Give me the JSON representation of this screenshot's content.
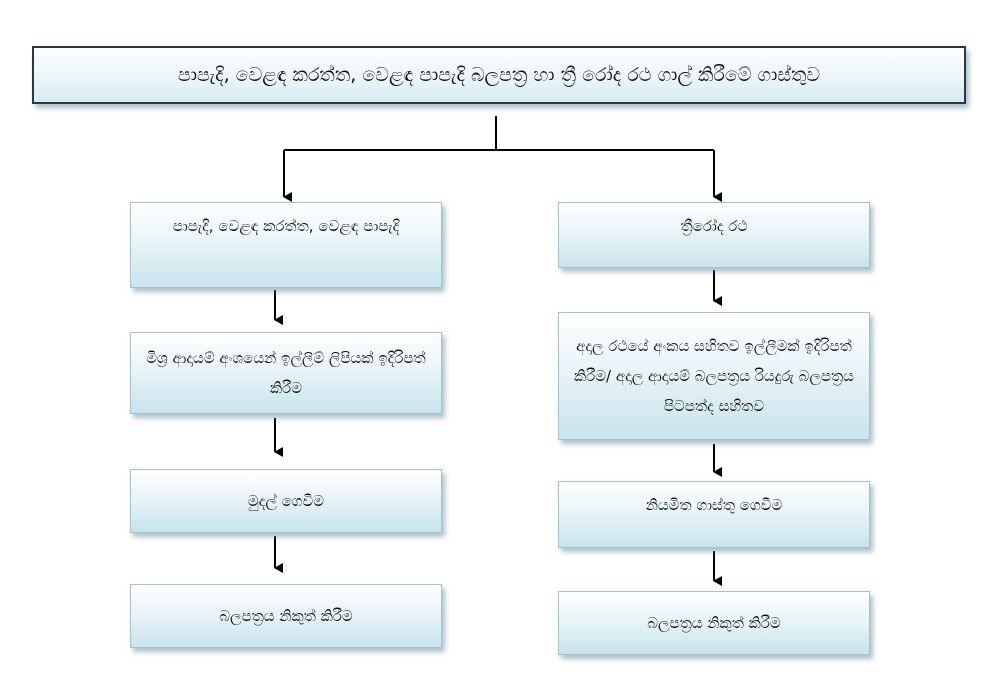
{
  "title": "පාපැදි, වෙළඳ කරත්ත, වෙළඳ පාපැදි බලපත්‍ර හා ත්‍රී රෝද රථ ගාල් කිරීමේ ගාස්තුව",
  "left_branch": {
    "steps": [
      "පාපැදි, වෙළඳ කරත්ත, වෙළඳ පාපැදි",
      "මිශ්‍ර ආදායම් අංශයෙන් ඉල්ලීම් ලිපියක් ඉදිරිපත් කිරීම",
      "මුදල් ගෙවීම",
      "බලපත්‍රය නිකුත් කිරීම"
    ]
  },
  "right_branch": {
    "steps": [
      "ත්‍රීරෝද රථ",
      "අදාල රථයේ අංකය සහිතව ඉල්ලීමක් ඉදිරිපත් කිරීම/ අදාල ආදායම් බලපත්‍රය රියදුරු බලපත්‍රය පිටපත්ද සහිතව",
      "නියමිත ගාස්තු ගෙවීම",
      "බලපත්‍රය නිකුත් කිරීම"
    ]
  }
}
